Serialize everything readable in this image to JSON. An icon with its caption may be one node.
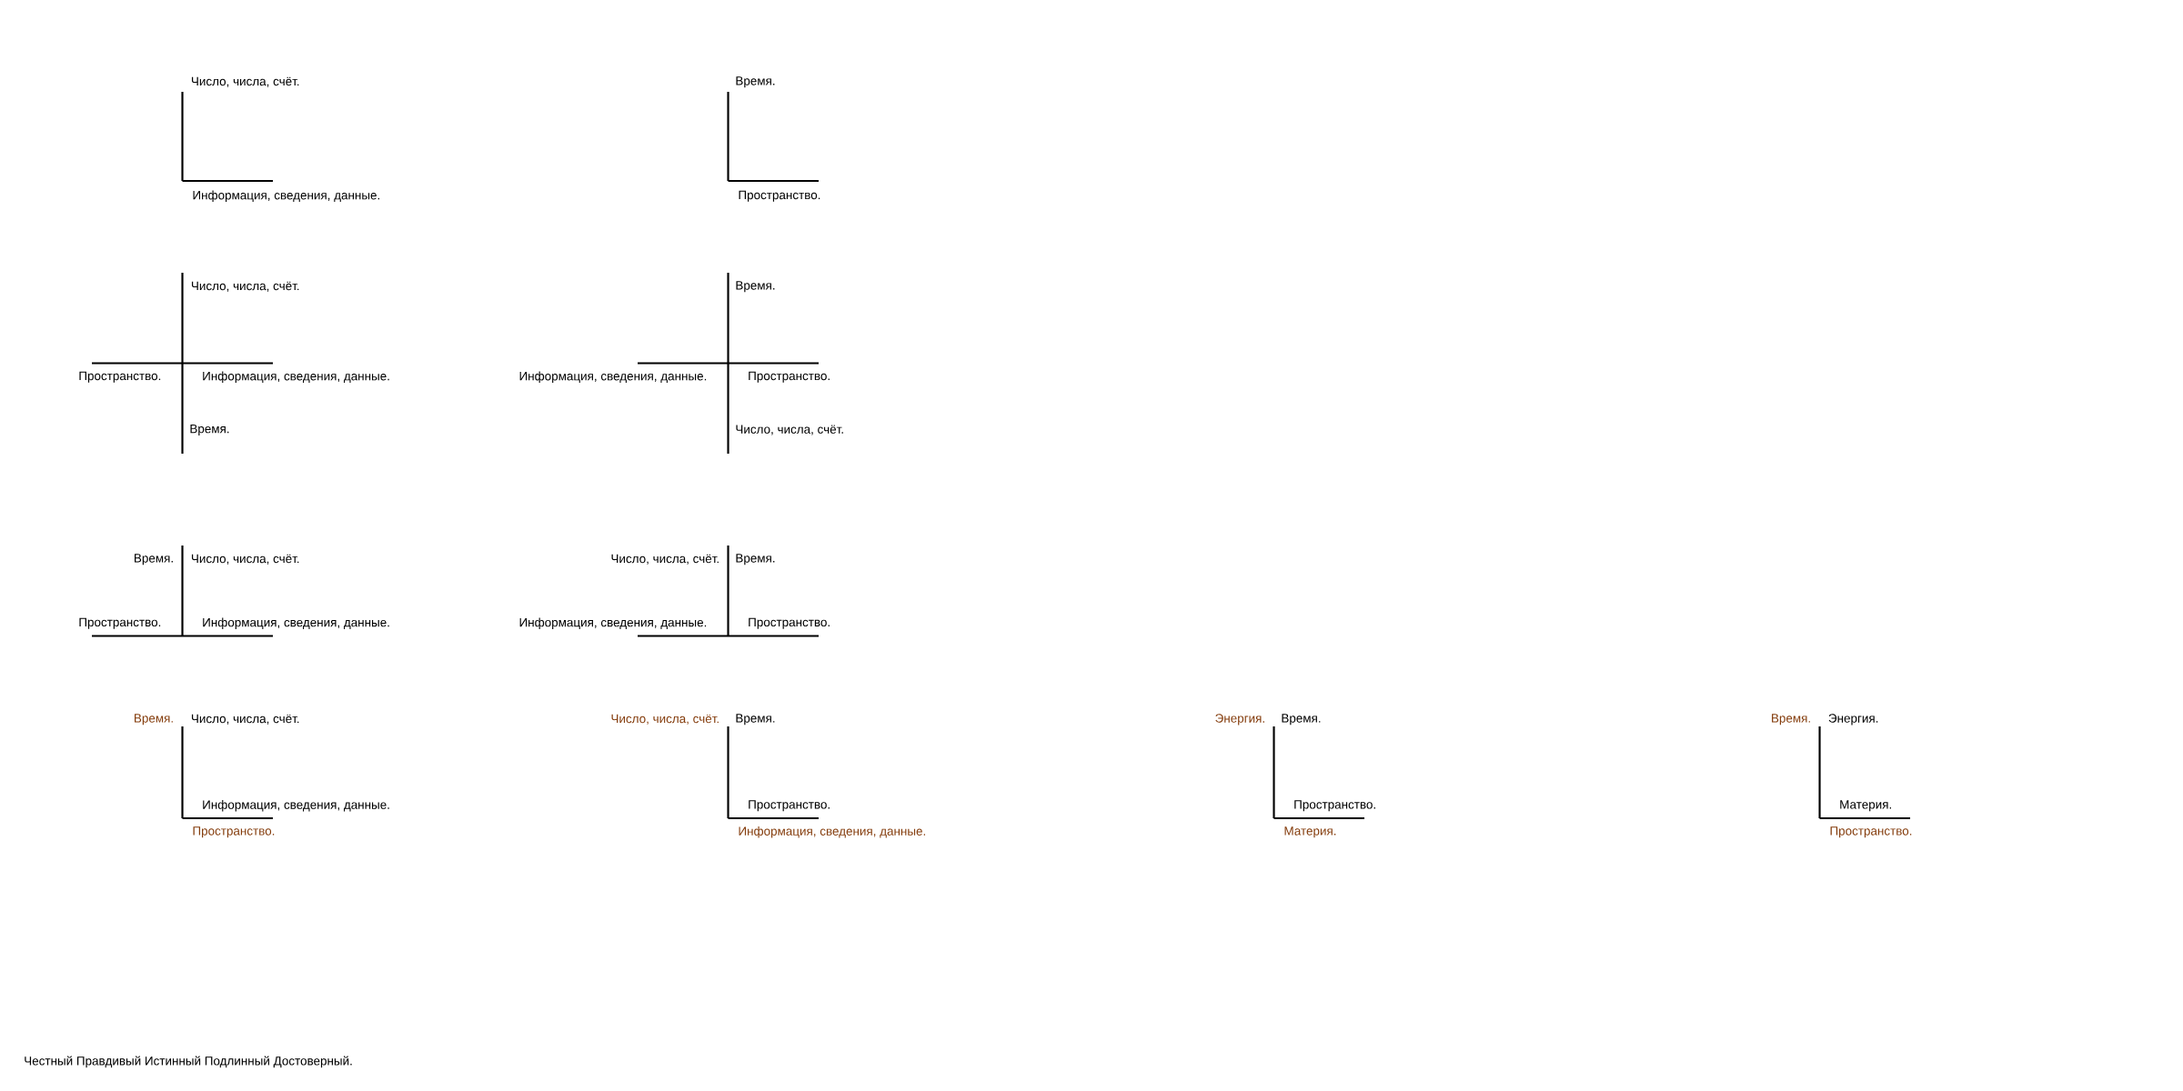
{
  "diagram": {
    "caption": "Честный Правдивый Истинный Подлинный Достоверный.",
    "labels": [
      "Число, числа, счёт.",
      "Информация, сведения, данные.",
      "Время.",
      "Пространство.",
      "Число, числа, счёт.",
      "Пространство.",
      "Информация, сведения, данные.",
      "Время.",
      "Время.",
      "Информация, сведения, данные.",
      "Пространство.",
      "Число, числа, счёт.",
      "Время.",
      "Число, числа, счёт.",
      "Пространство.",
      "Информация, сведения, данные.",
      "Число, числа, счёт.",
      "Время.",
      "Информация, сведения, данные.",
      "Пространство.",
      "Время.",
      "Число, числа, счёт.",
      "Информация, сведения, данные.",
      "Пространство.",
      "Число, числа, счёт.",
      "Время.",
      "Пространство.",
      "Информация, сведения, данные.",
      "Энергия.",
      "Время.",
      "Пространство.",
      "Материя.",
      "Время.",
      "Энергия.",
      "Материя.",
      "Пространство."
    ]
  }
}
